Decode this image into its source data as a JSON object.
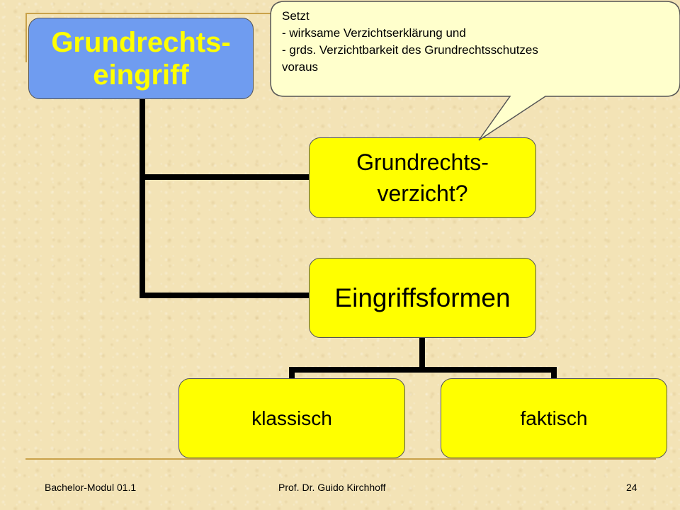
{
  "diagram": {
    "root": {
      "line1": "Grundrechts-",
      "line2": "eingriff"
    },
    "verzicht": {
      "line1": "Grundrechts-",
      "line2": "verzicht?"
    },
    "eingriffsformen": {
      "label": "Eingriffsformen"
    },
    "klassisch": {
      "label": "klassisch"
    },
    "faktisch": {
      "label": "faktisch"
    }
  },
  "callout": {
    "lines": [
      "Setzt",
      "- wirksame Verzichtserklärung und",
      "- grds. Verzichtbarkeit des Grundrechtsschutzes",
      "voraus"
    ]
  },
  "footer": {
    "left": "Bachelor-Modul 01.1",
    "center": "Prof. Dr. Guido Kirchhoff",
    "right": "24"
  },
  "colors": {
    "root_fill": "#6f9cf0",
    "root_text": "#ffff00",
    "node_fill": "#ffff00",
    "callout_fill": "#ffffcc"
  }
}
